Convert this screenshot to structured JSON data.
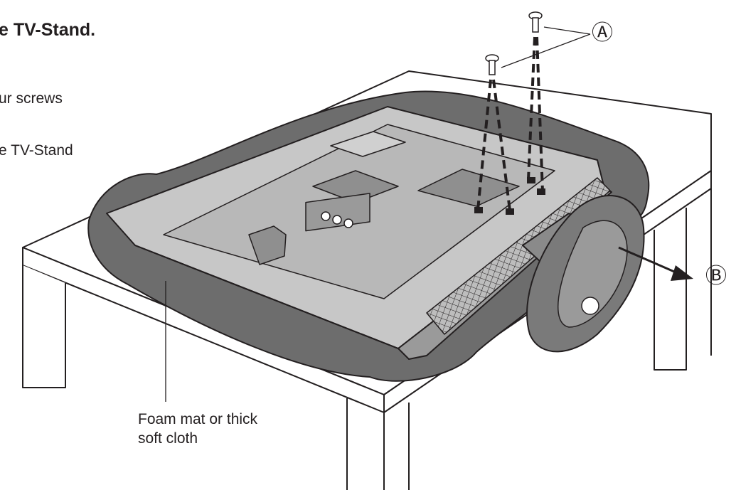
{
  "instruction": {
    "title": "e TV-Stand.",
    "line_1": "ur screws",
    "line_2": "e TV-Stand"
  },
  "callouts": {
    "screws_marker": "Ⓐ",
    "stand_marker": "Ⓑ",
    "mat_label_line1": "Foam mat or thick",
    "mat_label_line2": "soft cloth"
  },
  "colors": {
    "line": "#231f20",
    "mat": "#6d6d6d",
    "tv_back": "#c7c7c7",
    "tv_shade": "#9a9a9a",
    "table": "#ffffff",
    "stand": "#7a7a7a"
  }
}
